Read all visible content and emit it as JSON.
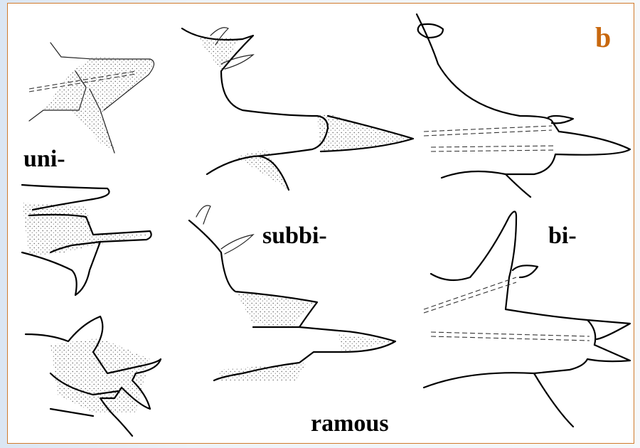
{
  "panel": {
    "label": "b",
    "accent_color": "#c8680f",
    "frame_color": "#d07a2c"
  },
  "labels": {
    "uni": "uni-",
    "subbi": "subbi-",
    "bi": "bi-",
    "ramous": "ramous"
  }
}
